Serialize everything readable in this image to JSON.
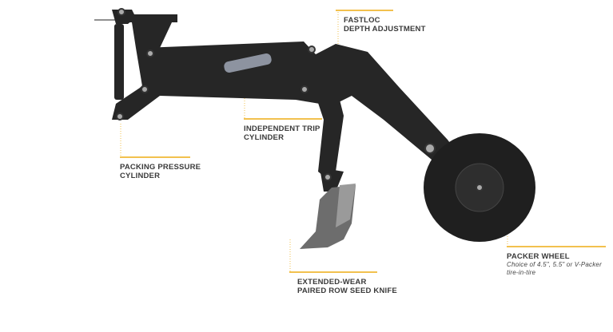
{
  "callouts": {
    "fastloc": {
      "line1": "FASTLOC",
      "line2": "DEPTH ADJUSTMENT"
    },
    "trip": {
      "line1": "INDEPENDENT TRIP",
      "line2": "CYLINDER"
    },
    "packing": {
      "line1": "PACKING PRESSURE",
      "line2": "CYLINDER"
    },
    "knife": {
      "line1": "EXTENDED-WEAR",
      "line2": "PAIRED ROW SEED KNIFE"
    },
    "wheel": {
      "line1": "PACKER WHEEL",
      "desc1": "Choice of 4.5\", 5.5\" or V-Packer",
      "desc2": "tire-in-tire"
    }
  },
  "colors": {
    "accent": "#f2c14e",
    "machine": "#262626",
    "text": "#3a3a3a"
  }
}
